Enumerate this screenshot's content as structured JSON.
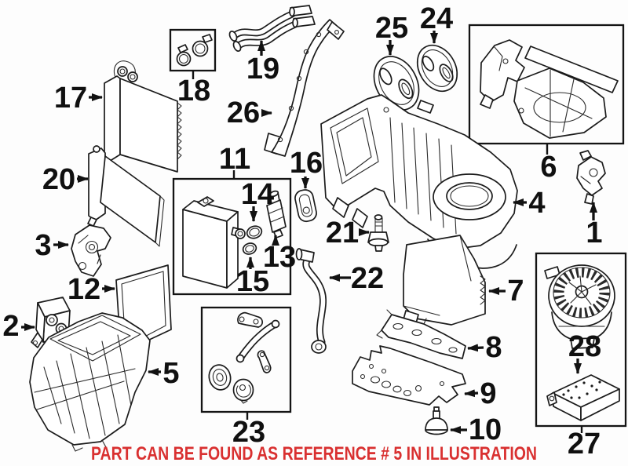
{
  "note": {
    "text": "PART CAN BE FOUND AS REFERENCE # 5 IN ILLUSTRATION",
    "color": "#d93030"
  },
  "colors": {
    "line": "#1b1b1b",
    "background": "#fdfdfd"
  },
  "kit_boxes": [
    "6",
    "11",
    "18",
    "23",
    "27"
  ],
  "callouts": {
    "c1": "1",
    "c2": "2",
    "c3": "3",
    "c4": "4",
    "c5": "5",
    "c6": "6",
    "c7": "7",
    "c8": "8",
    "c9": "9",
    "c10": "10",
    "c11": "11",
    "c12": "12",
    "c13": "13",
    "c14": "14",
    "c15": "15",
    "c16": "16",
    "c17": "17",
    "c18": "18",
    "c19": "19",
    "c20": "20",
    "c21": "21",
    "c22": "22",
    "c23": "23",
    "c24": "24",
    "c25": "25",
    "c26": "26",
    "c27": "27",
    "c28": "28"
  }
}
